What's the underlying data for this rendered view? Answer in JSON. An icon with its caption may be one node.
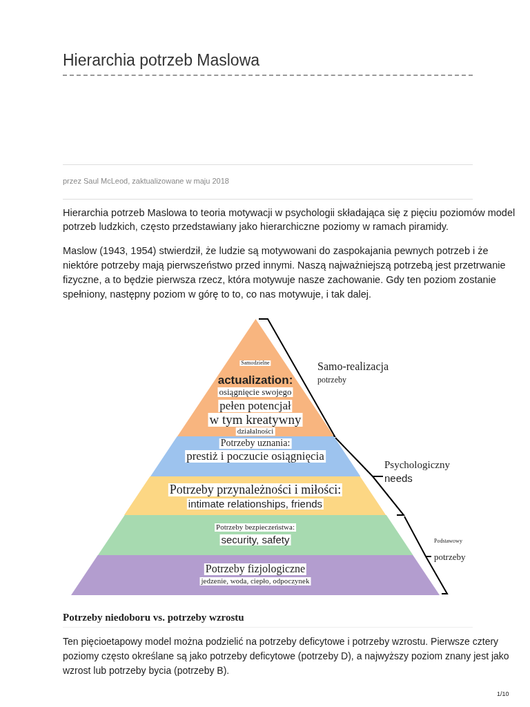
{
  "diagram": {
    "title": "Hierarchia potrzeb Maslowa",
    "nodes": [
      {
        "text": [
          "Samodzielne",
          "actualization:",
          "osiągnięcie swojego",
          "pełen potencjał",
          "w tym kreatywny",
          "działalności"
        ]
      },
      {
        "text": [
          "Potrzeby uznania:",
          "prestiż i poczucie osiągnięcia"
        ]
      },
      {
        "text": [
          "Potrzeby przynależności i miłości:",
          "intimate relationships, friends"
        ]
      },
      {
        "text": [
          "Potrzeby bezpieczeństwa:",
          "security, safety"
        ]
      },
      {
        "text": [
          "Potrzeby fizjologiczne",
          "jedzenie, woda, ciepło, odpoczynek"
        ]
      }
    ],
    "edges": [],
    "labels": [
      "przez Saul McLeod, zaktualizowane w maju 2018",
      "Hierarchia potrzeb Maslowa to teoria motywacji w psychologii składająca się z pięciu poziomów model potrzeb ludzkich, często przedstawiany jako hierarchiczne poziomy w ramach piramidy.",
      "Maslow (1943, 1954) stwierdził, że ludzie są motywowani do zaspokajania pewnych potrzeb i że niektóre potrzeby mają pierwszeństwo przed innymi. Naszą najważniejszą potrzebą jest przetrwanie fizyczne, a to będzie pierwsza rzecz, która motywuje nasze zachowanie. Gdy ten poziom zostanie spełniony, następny poziom w górę to to, co nas motywuje, i tak dalej.",
      "Samo-realizacja",
      "potrzeby",
      "Psychologiczny",
      "needs",
      "Podstawowy",
      "potrzeby",
      "Potrzeby niedoboru vs. potrzeby wzrostu",
      "Ten pięcioetapowy model można podzielić na potrzeby deficytowe i potrzeby wzrostu. Pierwsze cztery poziomy często określane są jako potrzeby deficytowe (potrzeby D), a najwyższy poziom znany jest jako wzrost lub potrzeby bycia (potrzeby B).",
      "1/10"
    ]
  }
}
